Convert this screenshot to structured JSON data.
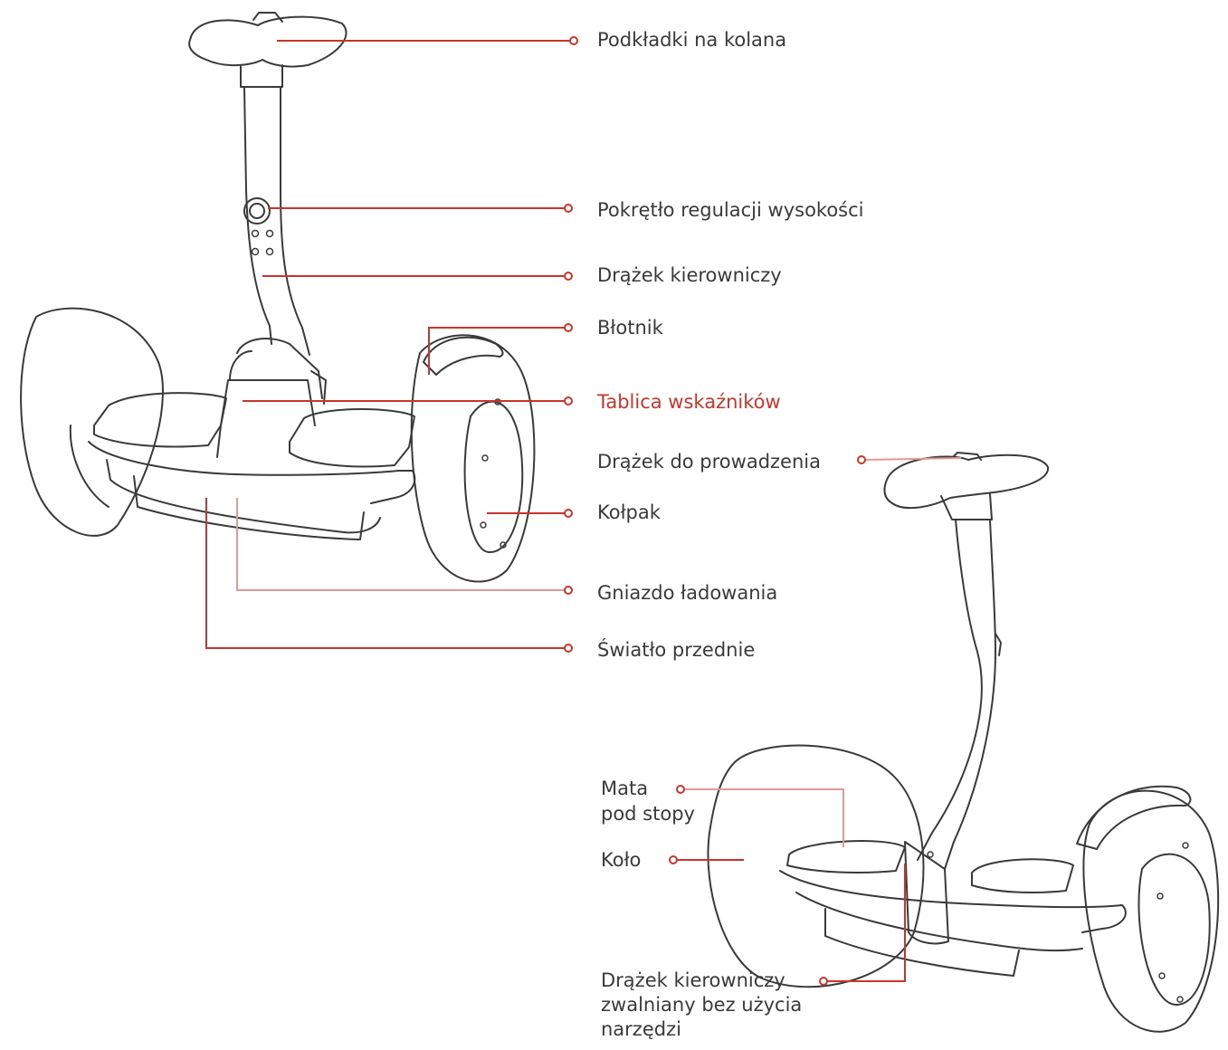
{
  "diagram": {
    "accent_color": "#c8352c",
    "line_color": "#3a3a3a",
    "labels": {
      "knee_pads": "Podkładki na kolana",
      "height_knob": "Pokrętło regulacji wysokości",
      "steering_bar": "Drążek kierowniczy",
      "fender": "Błotnik",
      "indicator_panel": "Tablica wskaźników",
      "guide_bar": "Drążek do prowadzenia",
      "hubcap": "Kołpak",
      "charging_port": "Gniazdo ładowania",
      "front_light": "Światło przednie",
      "foot_mat_line1": "Mata",
      "foot_mat_line2": "pod stopy",
      "wheel": "Koło",
      "quick_release_line1": "Drążek kierowniczy",
      "quick_release_line2": "zwalniany bez użycia",
      "quick_release_line3": "narzędzi"
    }
  }
}
